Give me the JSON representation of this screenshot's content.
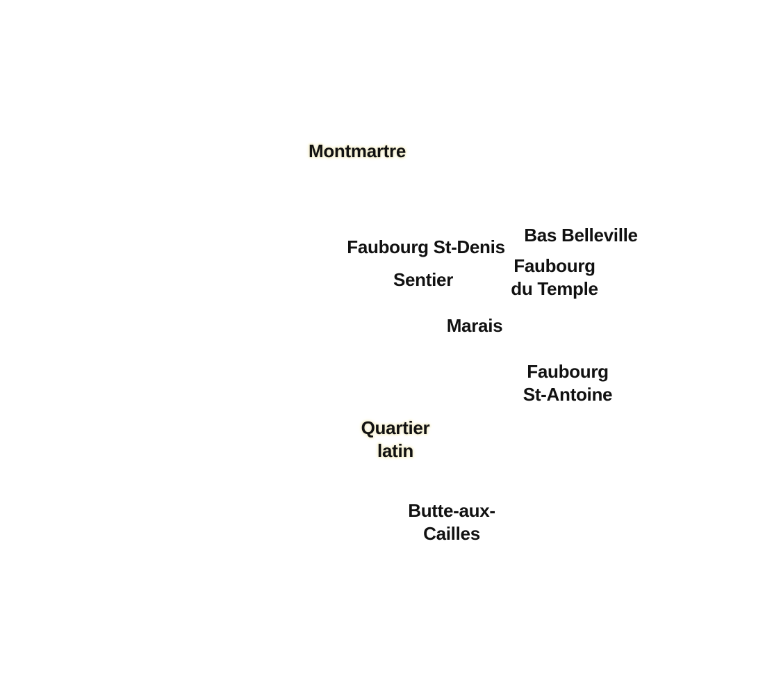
{
  "map": {
    "labels": {
      "montmartre": "Montmartre",
      "bas_belleville": "Bas Belleville",
      "faubourg_st_denis": "Faubourg St-Denis",
      "faubourg_du_temple_1": "Faubourg",
      "faubourg_du_temple_2": "du Temple",
      "sentier": "Sentier",
      "marais": "Marais",
      "faubourg_st_antoine_1": "Faubourg",
      "faubourg_st_antoine_2": "St-Antoine",
      "quartier_latin_1": "Quartier",
      "quartier_latin_2": "latin",
      "butte_aux_cailles_1": "Butte-aux-",
      "butte_aux_cailles_2": "Cailles"
    },
    "colors": {
      "label_text": "#111111",
      "label_halo": "#f6f1d5",
      "background": "#ffffff"
    }
  }
}
